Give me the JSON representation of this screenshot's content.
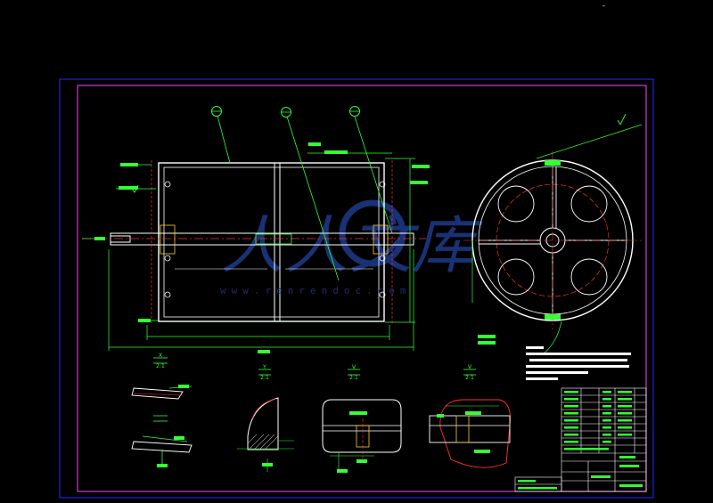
{
  "drawing": {
    "top_right_mark": "-",
    "watermark": {
      "brand_chars": [
        "人",
        "人",
        "文",
        "库"
      ],
      "url": "www.renrendoc.com"
    },
    "section_views": [
      {
        "id": "X",
        "scale": "2:1"
      },
      {
        "id": "Y",
        "scale": "2:1"
      },
      {
        "id": "V",
        "scale": "2:1"
      },
      {
        "id": "V",
        "scale": "2:1"
      }
    ]
  },
  "colors": {
    "outer_frame": "#2222dd",
    "inner_frame": "#d23cd2",
    "geometry": "#ffffff",
    "dimension": "#33ff33",
    "center_line": "#ff3030",
    "hidden": "#00e5ff",
    "watermark": "#1e3a8a"
  },
  "icons": [
    "roughness-symbol-icon",
    "balloon-icon",
    "section-arrow-icon",
    "weld-symbol-icon"
  ]
}
